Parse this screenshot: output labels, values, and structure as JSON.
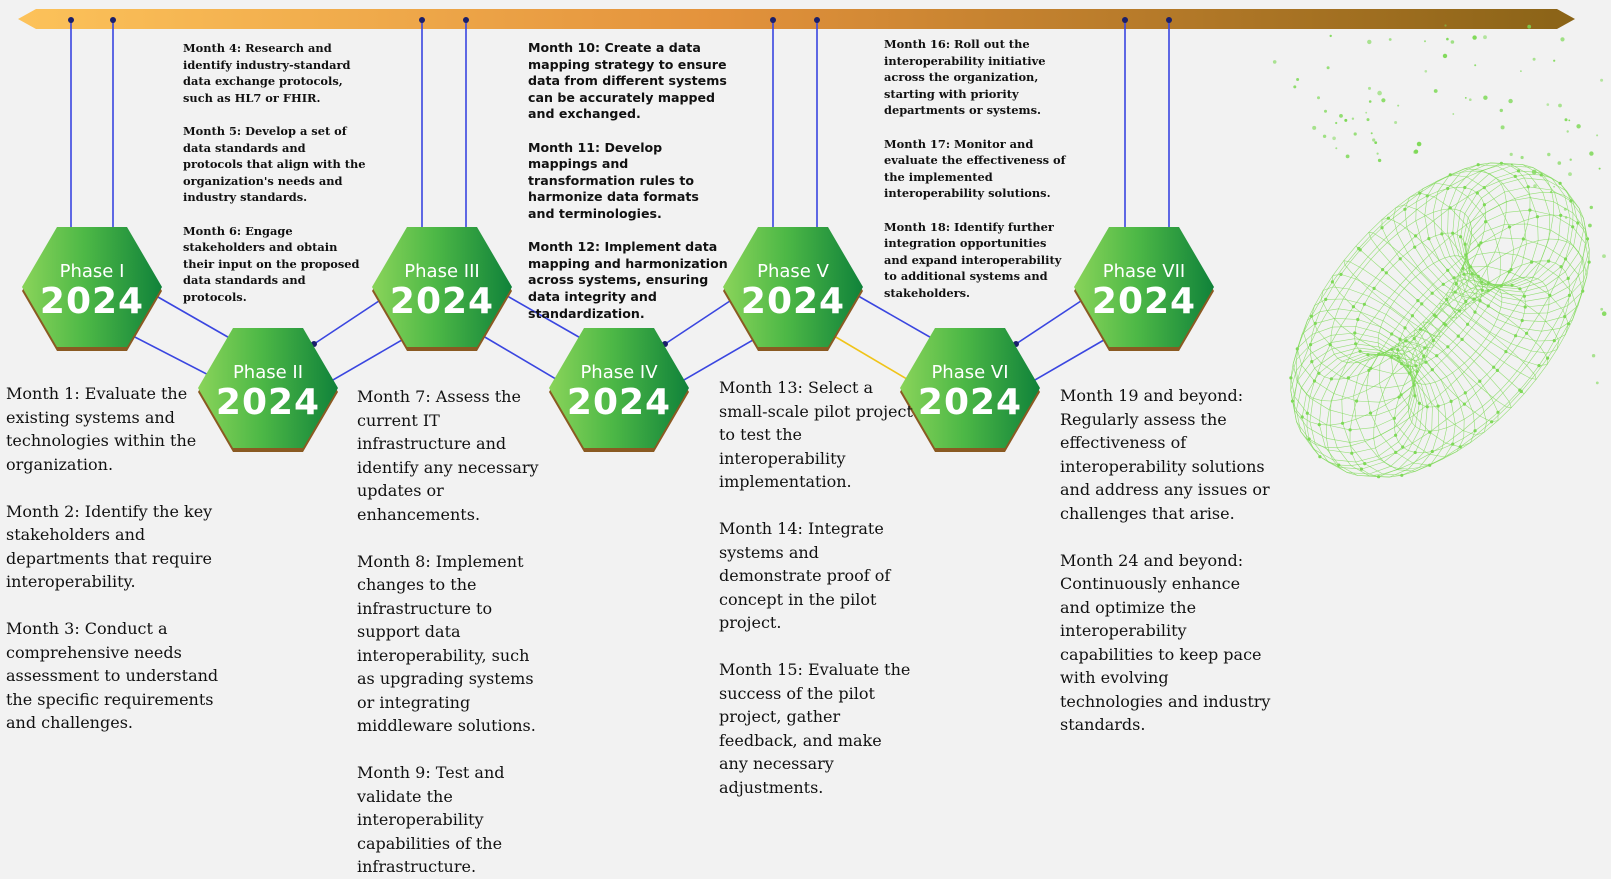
{
  "timeline": {
    "phases": [
      {
        "name": "Phase I",
        "year": "2024"
      },
      {
        "name": "Phase II",
        "year": "2024"
      },
      {
        "name": "Phase III",
        "year": "2024"
      },
      {
        "name": "Phase IV",
        "year": "2024"
      },
      {
        "name": "Phase V",
        "year": "2024"
      },
      {
        "name": "Phase VI",
        "year": "2024"
      },
      {
        "name": "Phase VII",
        "year": "2024"
      }
    ]
  },
  "notes": {
    "phase1": [
      "Month 1: Evaluate the existing systems and technologies within the organization.",
      "Month 2: Identify the key stakeholders and departments that require interoperability.",
      "Month 3: Conduct a comprehensive needs assessment to understand the specific requirements and challenges."
    ],
    "phase2": [
      "Month 4: Research and identify industry-standard data exchange protocols, such as HL7 or FHIR.",
      "Month 5: Develop a set of data standards and protocols that align with the organization's needs and industry standards.",
      "Month 6: Engage stakeholders and obtain their input on the proposed data standards and protocols."
    ],
    "phase3": [
      "Month 7: Assess the current IT infrastructure and identify any necessary updates or enhancements.",
      "Month 8: Implement changes to the infrastructure to support data interoperability, such as upgrading systems or integrating middleware solutions.",
      "Month 9: Test and validate the interoperability capabilities of the infrastructure."
    ],
    "phase4": [
      "Month 10: Create a data mapping strategy to ensure data from different systems can be accurately mapped and exchanged.",
      "Month 11: Develop mappings and transformation rules to harmonize data formats and terminologies.",
      "Month 12: Implement data mapping and harmonization across systems, ensuring data integrity and standardization."
    ],
    "phase5": [
      "Month 13: Select a small-scale pilot project to test the interoperability implementation.",
      "Month 14: Integrate systems and demonstrate proof of concept in the pilot project.",
      "Month 15: Evaluate the success of the pilot project, gather feedback, and make any necessary adjustments."
    ],
    "phase6": [
      "Month 16: Roll out the interoperability initiative across the organization, starting with priority departments or systems.",
      "Month 17: Monitor and evaluate the effectiveness of the implemented interoperability solutions.",
      "Month 18: Identify further integration opportunities and expand interoperability to additional systems and stakeholders."
    ],
    "phase7": [
      "Month 19 and beyond: Regularly assess the effectiveness of interoperability solutions and address any issues or challenges that arise.",
      "Month 24 and beyond: Continuously enhance and optimize the interoperability capabilities to keep pace with evolving technologies and industry standards."
    ]
  },
  "colors": {
    "bar_start": "#fcc25a",
    "bar_mid": "#e3923c",
    "bar_end": "#8a6317",
    "hex_light": "#8ad45a",
    "hex_dark": "#10823a",
    "hex_shadow": "#8a5a22",
    "connector": "#3a46e0",
    "highlight_connector": "#f0c419",
    "torus": "#7ed957"
  }
}
